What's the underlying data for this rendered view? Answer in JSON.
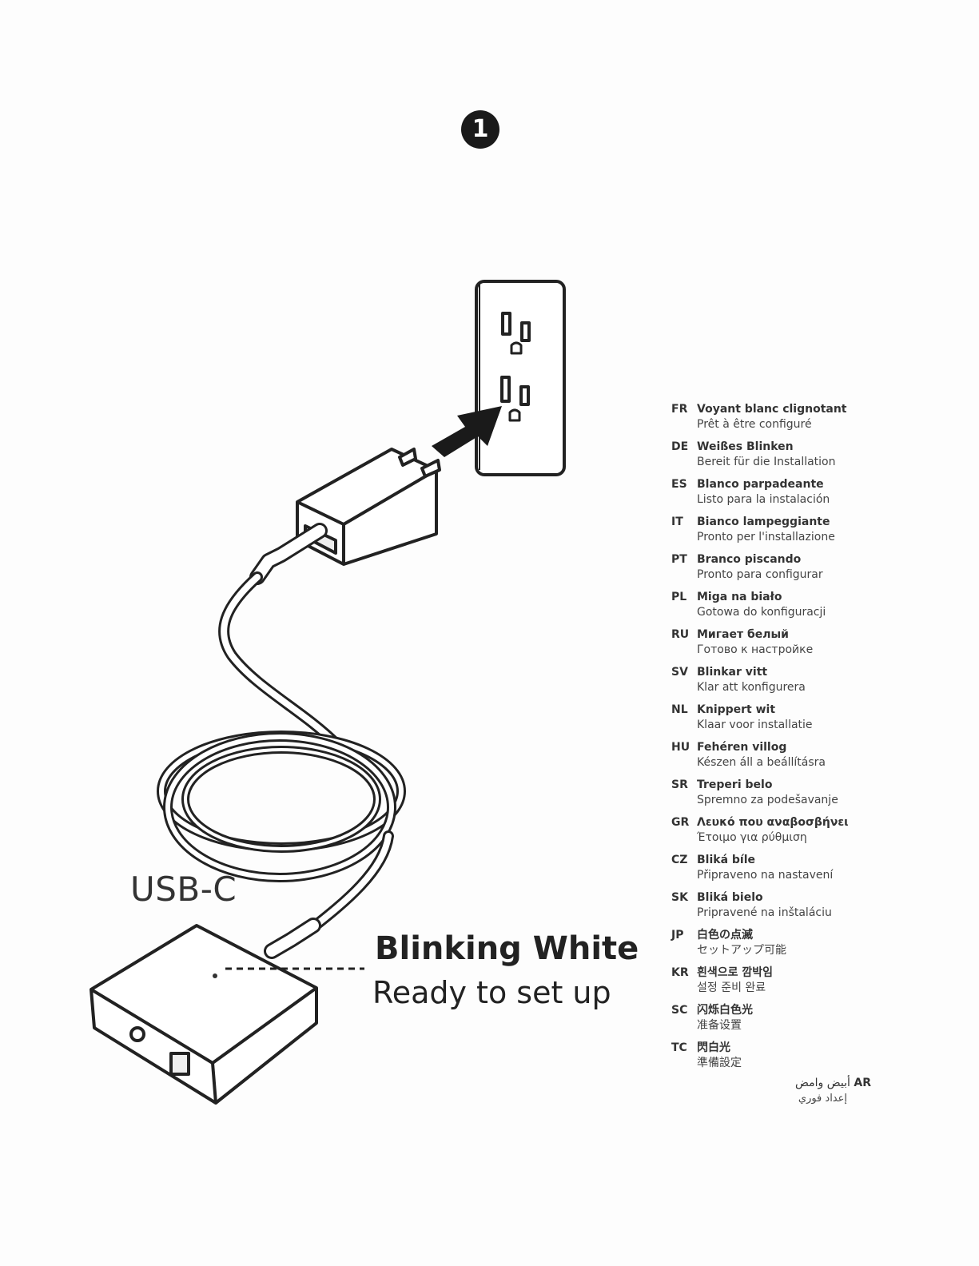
{
  "step": {
    "number": "1"
  },
  "illustration": {
    "outlet_icon": "wall-outlet-icon",
    "plug_icon": "power-adapter-icon",
    "arrow_icon": "insert-arrow-icon",
    "cable_icon": "usb-c-cable-icon",
    "hub_icon": "hub-device-icon",
    "led_icon": "status-led-icon"
  },
  "labels": {
    "usb": "USB-C",
    "status_title": "Blinking White",
    "status_subtitle": "Ready to set up"
  },
  "translations": [
    {
      "code": "FR",
      "title": "Voyant blanc clignotant",
      "subtitle": "Prêt à être configuré"
    },
    {
      "code": "DE",
      "title": "Weißes Blinken",
      "subtitle": "Bereit für die Installation"
    },
    {
      "code": "ES",
      "title": "Blanco parpadeante",
      "subtitle": "Listo para la instalación"
    },
    {
      "code": "IT",
      "title": "Bianco lampeggiante",
      "subtitle": "Pronto per l'installazione"
    },
    {
      "code": "PT",
      "title": "Branco piscando",
      "subtitle": "Pronto para configurar"
    },
    {
      "code": "PL",
      "title": "Miga na biało",
      "subtitle": "Gotowa do konfiguracji"
    },
    {
      "code": "RU",
      "title": "Мигает белый",
      "subtitle": "Готово к настройке"
    },
    {
      "code": "SV",
      "title": "Blinkar vitt",
      "subtitle": "Klar att konfigurera"
    },
    {
      "code": "NL",
      "title": "Knippert wit",
      "subtitle": "Klaar voor installatie"
    },
    {
      "code": "HU",
      "title": "Fehéren villog",
      "subtitle": "Készen áll a beállításra"
    },
    {
      "code": "SR",
      "title": "Treperi belo",
      "subtitle": "Spremno za podešavanje"
    },
    {
      "code": "GR",
      "title": "Λευκό που αναβοσβήνει",
      "subtitle": "Έτοιμο για ρύθμιση"
    },
    {
      "code": "CZ",
      "title": "Bliká bíle",
      "subtitle": "Připraveno na nastavení"
    },
    {
      "code": "SK",
      "title": "Bliká bielo",
      "subtitle": "Pripravené na inštaláciu"
    },
    {
      "code": "JP",
      "title": "白色の点滅",
      "subtitle": "セットアップ可能"
    },
    {
      "code": "KR",
      "title": "흰색으로 깜박임",
      "subtitle": "설정 준비 완료"
    },
    {
      "code": "SC",
      "title": "闪烁白色光",
      "subtitle": "准备设置"
    },
    {
      "code": "TC",
      "title": "閃白光",
      "subtitle": "準備設定"
    }
  ],
  "arabic": {
    "code": "AR",
    "title": "أبيض وامض",
    "subtitle": "إعداد فوري"
  }
}
